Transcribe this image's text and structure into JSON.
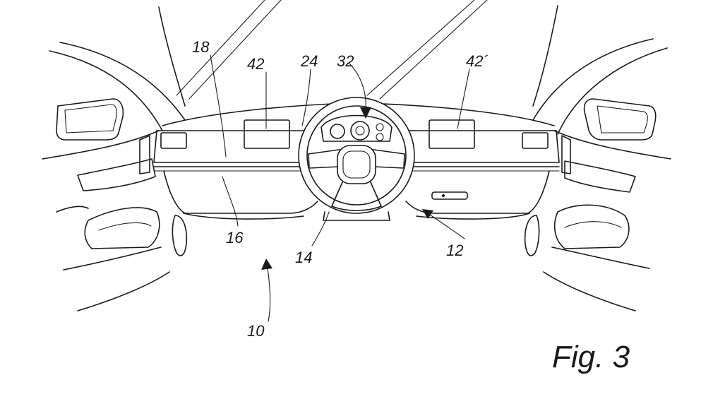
{
  "labels": {
    "l18": "18",
    "l42": "42",
    "l24": "24",
    "l32": "32",
    "l42p": "42´",
    "l16": "16",
    "l14": "14",
    "l12": "12",
    "l10": "10"
  },
  "caption": "Fig. 3"
}
